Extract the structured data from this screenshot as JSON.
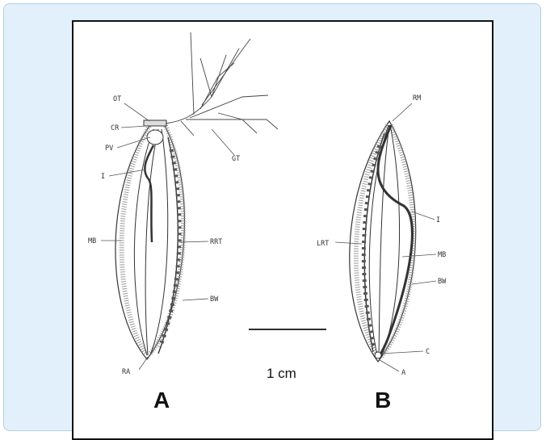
{
  "figure": {
    "panel_a": {
      "label": "A",
      "labels": {
        "ot": "OT",
        "cr": "CR",
        "pv": "PV",
        "i": "I",
        "mb": "MB",
        "rrt": "RRT",
        "bw": "BW",
        "ra": "RA",
        "gt": "GT"
      }
    },
    "panel_b": {
      "label": "B",
      "labels": {
        "rm": "RM",
        "lrt": "LRT",
        "i": "I",
        "mb": "MB",
        "bw": "BW",
        "c": "C",
        "a": "A"
      }
    },
    "scale_bar": {
      "label": "1 cm"
    }
  }
}
